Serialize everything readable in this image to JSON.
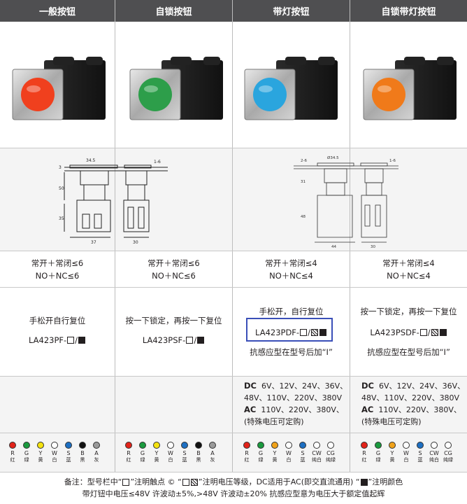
{
  "headers": [
    "一般按钮",
    "自锁按钮",
    "带灯按钮",
    "自锁带灯按钮"
  ],
  "lens_colors": [
    "#f0401e",
    "#2d9e4a",
    "#2aa5de",
    "#f07a1a"
  ],
  "contacts": [
    {
      "line1": "常开＋常闭≤6",
      "line2": "NO＋NC≤6"
    },
    {
      "line1": "常开＋常闭≤6",
      "line2": "NO＋NC≤6"
    },
    {
      "line1": "常开＋常闭≤4",
      "line2": "NO＋NC≤4"
    },
    {
      "line1": "常开＋常闭≤4",
      "line2": "NO＋NC≤4"
    }
  ],
  "functions": [
    {
      "desc": "手松开自行复位",
      "model": "LA423PF-"
    },
    {
      "desc": "按一下锁定，再按一下复位",
      "model": "LA423PSF-"
    },
    {
      "desc": "手松开，自行复位",
      "model": "LA423PDF-",
      "note": "抗感应型在型号后加“I”"
    },
    {
      "desc": "按一下锁定，再按一下复位",
      "model": "LA423PSDF-",
      "note": "抗感应型在型号后加“I”"
    }
  ],
  "voltage": {
    "dc_label": "DC",
    "dc_line1": "6V、12V、24V、36V、",
    "dc_line2": "48V、110V、220V、380V",
    "ac_label": "AC",
    "ac_line1": "110V、220V、380V、",
    "special": "(特殊电压可定购)"
  },
  "drawing_dims": {
    "d1": "34.5",
    "d2": "30",
    "d3": "37",
    "d4": "3",
    "d5": "50",
    "d6": "35",
    "d7": "1-6",
    "e1": "Ø34.5",
    "e2": "44",
    "e3": "30",
    "e4": "31",
    "e5": "48",
    "e6": "2-6",
    "e7": "1-6"
  },
  "dots_std": [
    {
      "code": "R",
      "name": "红",
      "color": "#e2231a"
    },
    {
      "code": "G",
      "name": "绿",
      "color": "#1a9a3e"
    },
    {
      "code": "Y",
      "name": "黄",
      "color": "#f4e20e"
    },
    {
      "code": "W",
      "name": "白",
      "color": "#ffffff"
    },
    {
      "code": "S",
      "name": "蓝",
      "color": "#1d6fc2"
    },
    {
      "code": "B",
      "name": "黑",
      "color": "#111111"
    },
    {
      "code": "A",
      "name": "灰",
      "color": "#9a9a9a"
    }
  ],
  "dots_lamp": [
    {
      "code": "R",
      "name": "红",
      "color": "#e2231a"
    },
    {
      "code": "G",
      "name": "绿",
      "color": "#1a9a3e"
    },
    {
      "code": "Y",
      "name": "黄",
      "color": "#f0a21a"
    },
    {
      "code": "W",
      "name": "白",
      "color": "#ffffff"
    },
    {
      "code": "S",
      "name": "蓝",
      "color": "#1d6fc2"
    },
    {
      "code": "CW",
      "name": "纯白",
      "color": "#ffffff"
    },
    {
      "code": "CG",
      "name": "纯绿",
      "color": "#ffffff"
    }
  ],
  "footer": {
    "line1a": "备注：型号栏中“",
    "line1b": "”注明触点 ©  “",
    "line1c": "”注明电压等级，DC适用于AC(即交直流通用)  “",
    "line1d": "”注明颜色",
    "line2": "带灯钮中电压≤48V 许波动±5%,>48V 许波动±20%      抗感应型意为电压大于额定值起辉"
  }
}
